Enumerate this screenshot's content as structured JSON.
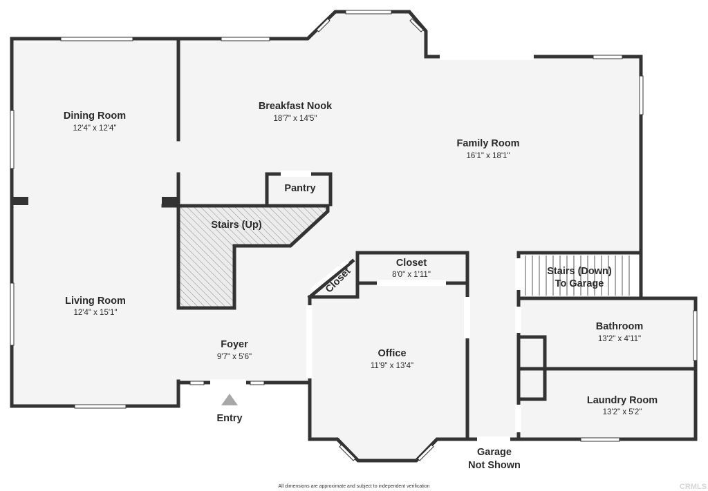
{
  "rooms": {
    "dining": {
      "name": "Dining Room",
      "dims": "12'4\" x 12'4\""
    },
    "breakfast": {
      "name": "Breakfast Nook",
      "dims": "18'7\" x 14'5\""
    },
    "family": {
      "name": "Family Room",
      "dims": "16'1\" x 18'1\""
    },
    "pantry": {
      "name": "Pantry"
    },
    "stairs_up": {
      "name": "Stairs (Up)"
    },
    "closet_top": {
      "name": "Closet",
      "dims": "8'0\" x 1'11\""
    },
    "closet_small": {
      "name": "Closet"
    },
    "stairs_down": {
      "line1": "Stairs (Down)",
      "line2": "To Garage"
    },
    "living": {
      "name": "Living Room",
      "dims": "12'4\" x 15'1\""
    },
    "bathroom": {
      "name": "Bathroom",
      "dims": "13'2\" x 4'11\""
    },
    "foyer": {
      "name": "Foyer",
      "dims": "9'7\" x 5'6\""
    },
    "office": {
      "name": "Office",
      "dims": "11'9\" x 13'4\""
    },
    "laundry": {
      "name": "Laundry Room",
      "dims": "13'2\" x 5'2\""
    }
  },
  "entry_label": "Entry",
  "garage": {
    "line1": "Garage",
    "line2": "Not Shown"
  },
  "disclaimer": "All dimensions are approximate and subject to independent verification",
  "watermark": "CRMLS",
  "colors": {
    "wall": "#333333",
    "floor": "#f4f4f4",
    "hatch": "#c9c9c9",
    "entry_arrow": "#a8a8a8"
  }
}
